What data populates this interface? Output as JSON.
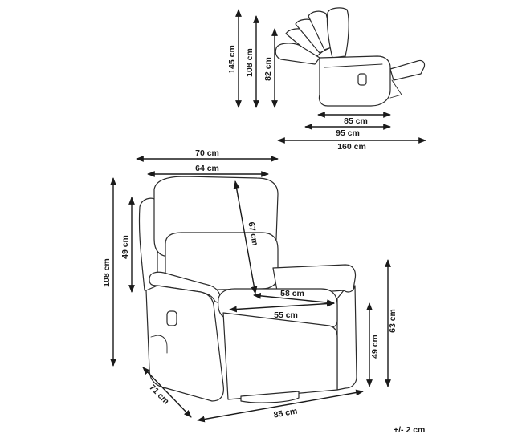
{
  "side_view": {
    "height_labels": [
      "145 cm",
      "108 cm",
      "82 cm"
    ],
    "depth_labels": [
      "85 cm",
      "95 cm",
      "160 cm"
    ]
  },
  "front_view": {
    "labels": {
      "outer_width": "70 cm",
      "back_width": "64 cm",
      "total_height": "108 cm",
      "back_cushion_height": "49 cm",
      "back_height": "67 cm",
      "seat_depth": "58 cm",
      "seat_width": "55 cm",
      "seat_height": "49 cm",
      "arm_height": "63 cm",
      "depth": "71 cm",
      "width": "85 cm"
    }
  },
  "tolerance": "+/- 2 cm"
}
